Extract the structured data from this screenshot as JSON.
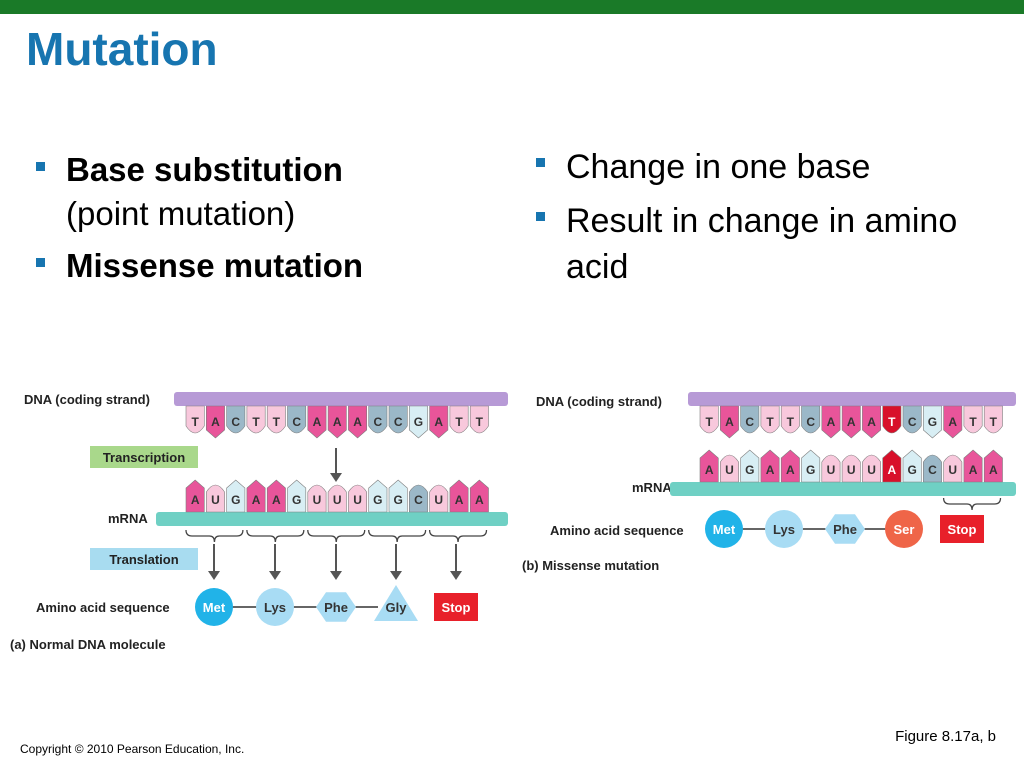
{
  "slide": {
    "title": "Mutation",
    "left_bullets": [
      {
        "bold": "Base substitution",
        "normal": "(point mutation)"
      },
      {
        "bold": "Missense mutation",
        "normal": ""
      }
    ],
    "right_bullets": [
      "Change in one base",
      "Result in change in amino acid"
    ],
    "figure_caption": "Figure 8.17a, b",
    "copyright": "Copyright © 2010 Pearson Education, Inc."
  },
  "diagram_a": {
    "dna_label": "DNA (coding strand)",
    "dna": [
      "T",
      "A",
      "C",
      "T",
      "T",
      "C",
      "A",
      "A",
      "A",
      "C",
      "C",
      "G",
      "A",
      "T",
      "T"
    ],
    "transcription_label": "Transcription",
    "mrna_label": "mRNA",
    "mrna": [
      "A",
      "U",
      "G",
      "A",
      "A",
      "G",
      "U",
      "U",
      "U",
      "G",
      "G",
      "C",
      "U",
      "A",
      "A"
    ],
    "translation_label": "Translation",
    "aa_label": "Amino acid sequence",
    "amino_acids": [
      "Met",
      "Lys",
      "Phe",
      "Gly",
      "Stop"
    ],
    "caption": "(a) Normal DNA molecule"
  },
  "diagram_b": {
    "dna_label": "DNA (coding strand)",
    "dna": [
      "T",
      "A",
      "C",
      "T",
      "T",
      "C",
      "A",
      "A",
      "A",
      "T",
      "C",
      "G",
      "A",
      "T",
      "T"
    ],
    "mutated_index": 9,
    "mrna_label": "mRNA",
    "mrna": [
      "A",
      "U",
      "G",
      "A",
      "A",
      "G",
      "U",
      "U",
      "U",
      "A",
      "G",
      "C",
      "U",
      "A",
      "A"
    ],
    "aa_label": "Amino acid sequence",
    "amino_acids": [
      "Met",
      "Lys",
      "Phe",
      "Ser",
      "Stop"
    ],
    "caption": "(b) Missense mutation"
  },
  "colors": {
    "title": "#1775b0",
    "topbar": "#1a7a28",
    "A": "#e8559a",
    "T": "#f8c8dc",
    "U": "#f8c8dc",
    "C": "#9bb8c8",
    "G": "#d8eef4",
    "mutation": "#d8102a",
    "dna_backbone": "#b79ad6",
    "mrna_backbone": "#6fd0c4",
    "transcription_box": "#a9d88b",
    "translation_box": "#a8dcf0",
    "met": "#21b3e8",
    "lys": "#a8dcf4",
    "phe": "#a8dcf4",
    "gly": "#a8dcf4",
    "ser": "#ef6548",
    "stop": "#e8202a"
  }
}
